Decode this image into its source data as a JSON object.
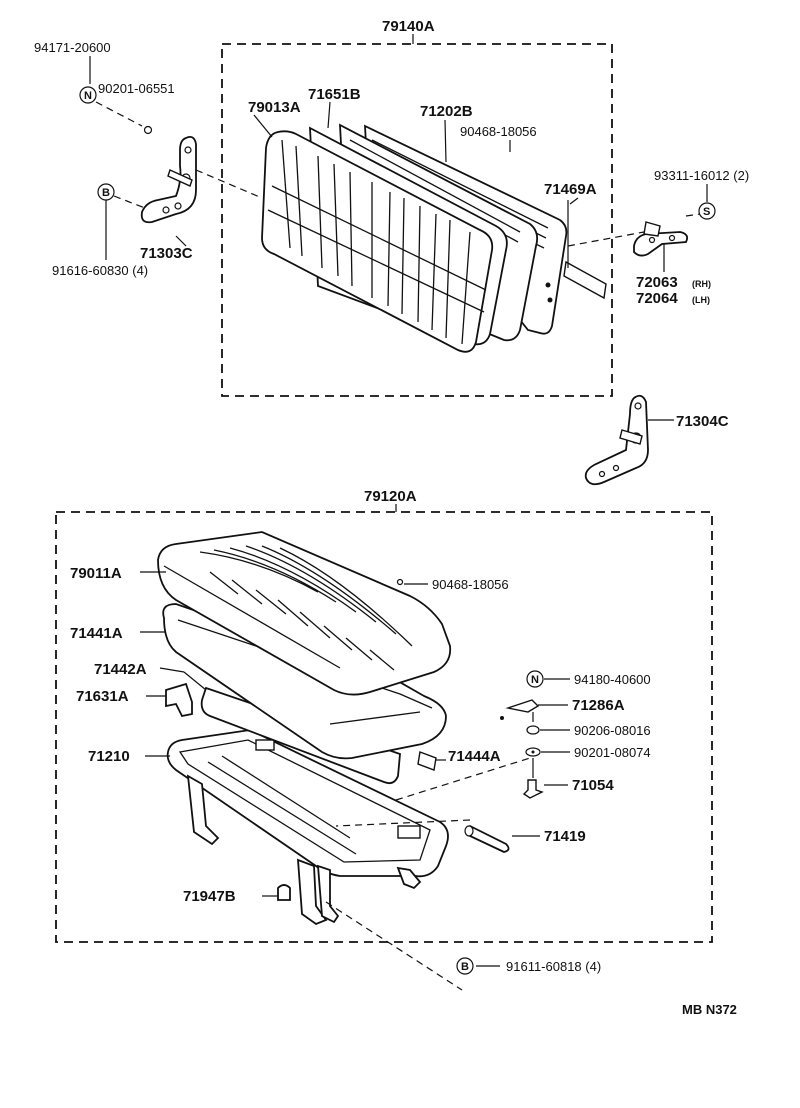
{
  "colors": {
    "ink": "#111111",
    "paper": "#ffffff"
  },
  "diagram_code": "MB N372",
  "assemblies": {
    "back": "79140A",
    "cushion": "79120A"
  },
  "symbols": {
    "n": "N",
    "b": "B",
    "s": "S"
  },
  "parts": {
    "p94171": "94171-20600",
    "p90201a": "90201-06551",
    "p79013": "79013A",
    "p71651": "71651B",
    "p71202": "71202B",
    "p90468a": "90468-18056",
    "p71469": "71469A",
    "p93311": "93311-16012 (2)",
    "p72063": "72063",
    "p72063_side": "(RH)",
    "p72064": "72064",
    "p72064_side": "(LH)",
    "p71303": "71303C",
    "p91616": "91616-60830 (4)",
    "p71304": "71304C",
    "p79011": "79011A",
    "p90468b": "90468-18056",
    "p71441": "71441A",
    "p94180": "94180-40600",
    "p71442": "71442A",
    "p71631": "71631A",
    "p71286": "71286A",
    "p90206": "90206-08016",
    "p71210": "71210",
    "p71444": "71444A",
    "p90201b": "90201-08074",
    "p71054": "71054",
    "p71419": "71419",
    "p71947": "71947B",
    "p91611": "91611-60818 (4)"
  }
}
